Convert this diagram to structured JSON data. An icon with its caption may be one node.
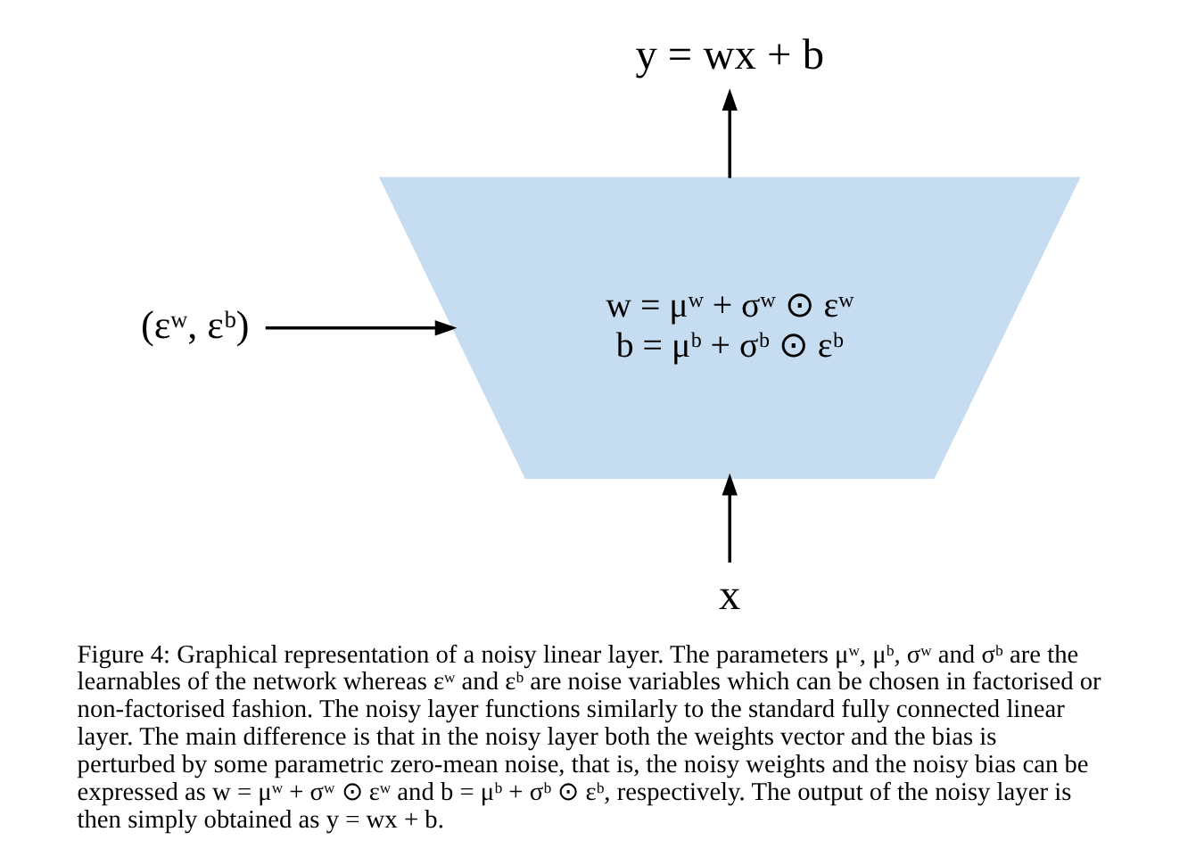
{
  "diagram": {
    "caption": "Figure 4: Graphical representation of a noisy linear layer. The parameters μʷ, μᵇ, σʷ and σᵇ are the learnables of the network whereas εʷ and εᵇ are noise variables which can be chosen in factorised or non-factorised fashion. The noisy layer functions similarly to the standard fully connected linear layer. The main difference is that in the noisy layer both the weights vector and the bias is perturbed by some parametric zero-mean noise, that is, the noisy weights and the noisy bias can be expressed as w = μʷ + σʷ ⊙ εʷ and b = μᵇ + σᵇ ⊙ εᵇ, respectively. The output of the noisy layer is then simply obtained as y = wx + b.",
    "nodes": [
      {
        "text": [
          "y = wx + b"
        ]
      },
      {
        "text": [
          "w = μʷ + σʷ ⊙ εʷ",
          "b = μᵇ + σᵇ ⊙ εᵇ"
        ]
      },
      {
        "text": [
          "(εʷ, εᵇ)"
        ]
      },
      {
        "text": [
          "x"
        ]
      }
    ],
    "edges": [
      {
        "from": 3,
        "to": 1,
        "arrow": "to"
      },
      {
        "from": 1,
        "to": 0,
        "arrow": "to"
      },
      {
        "from": 2,
        "to": 1,
        "arrow": "to"
      }
    ]
  }
}
